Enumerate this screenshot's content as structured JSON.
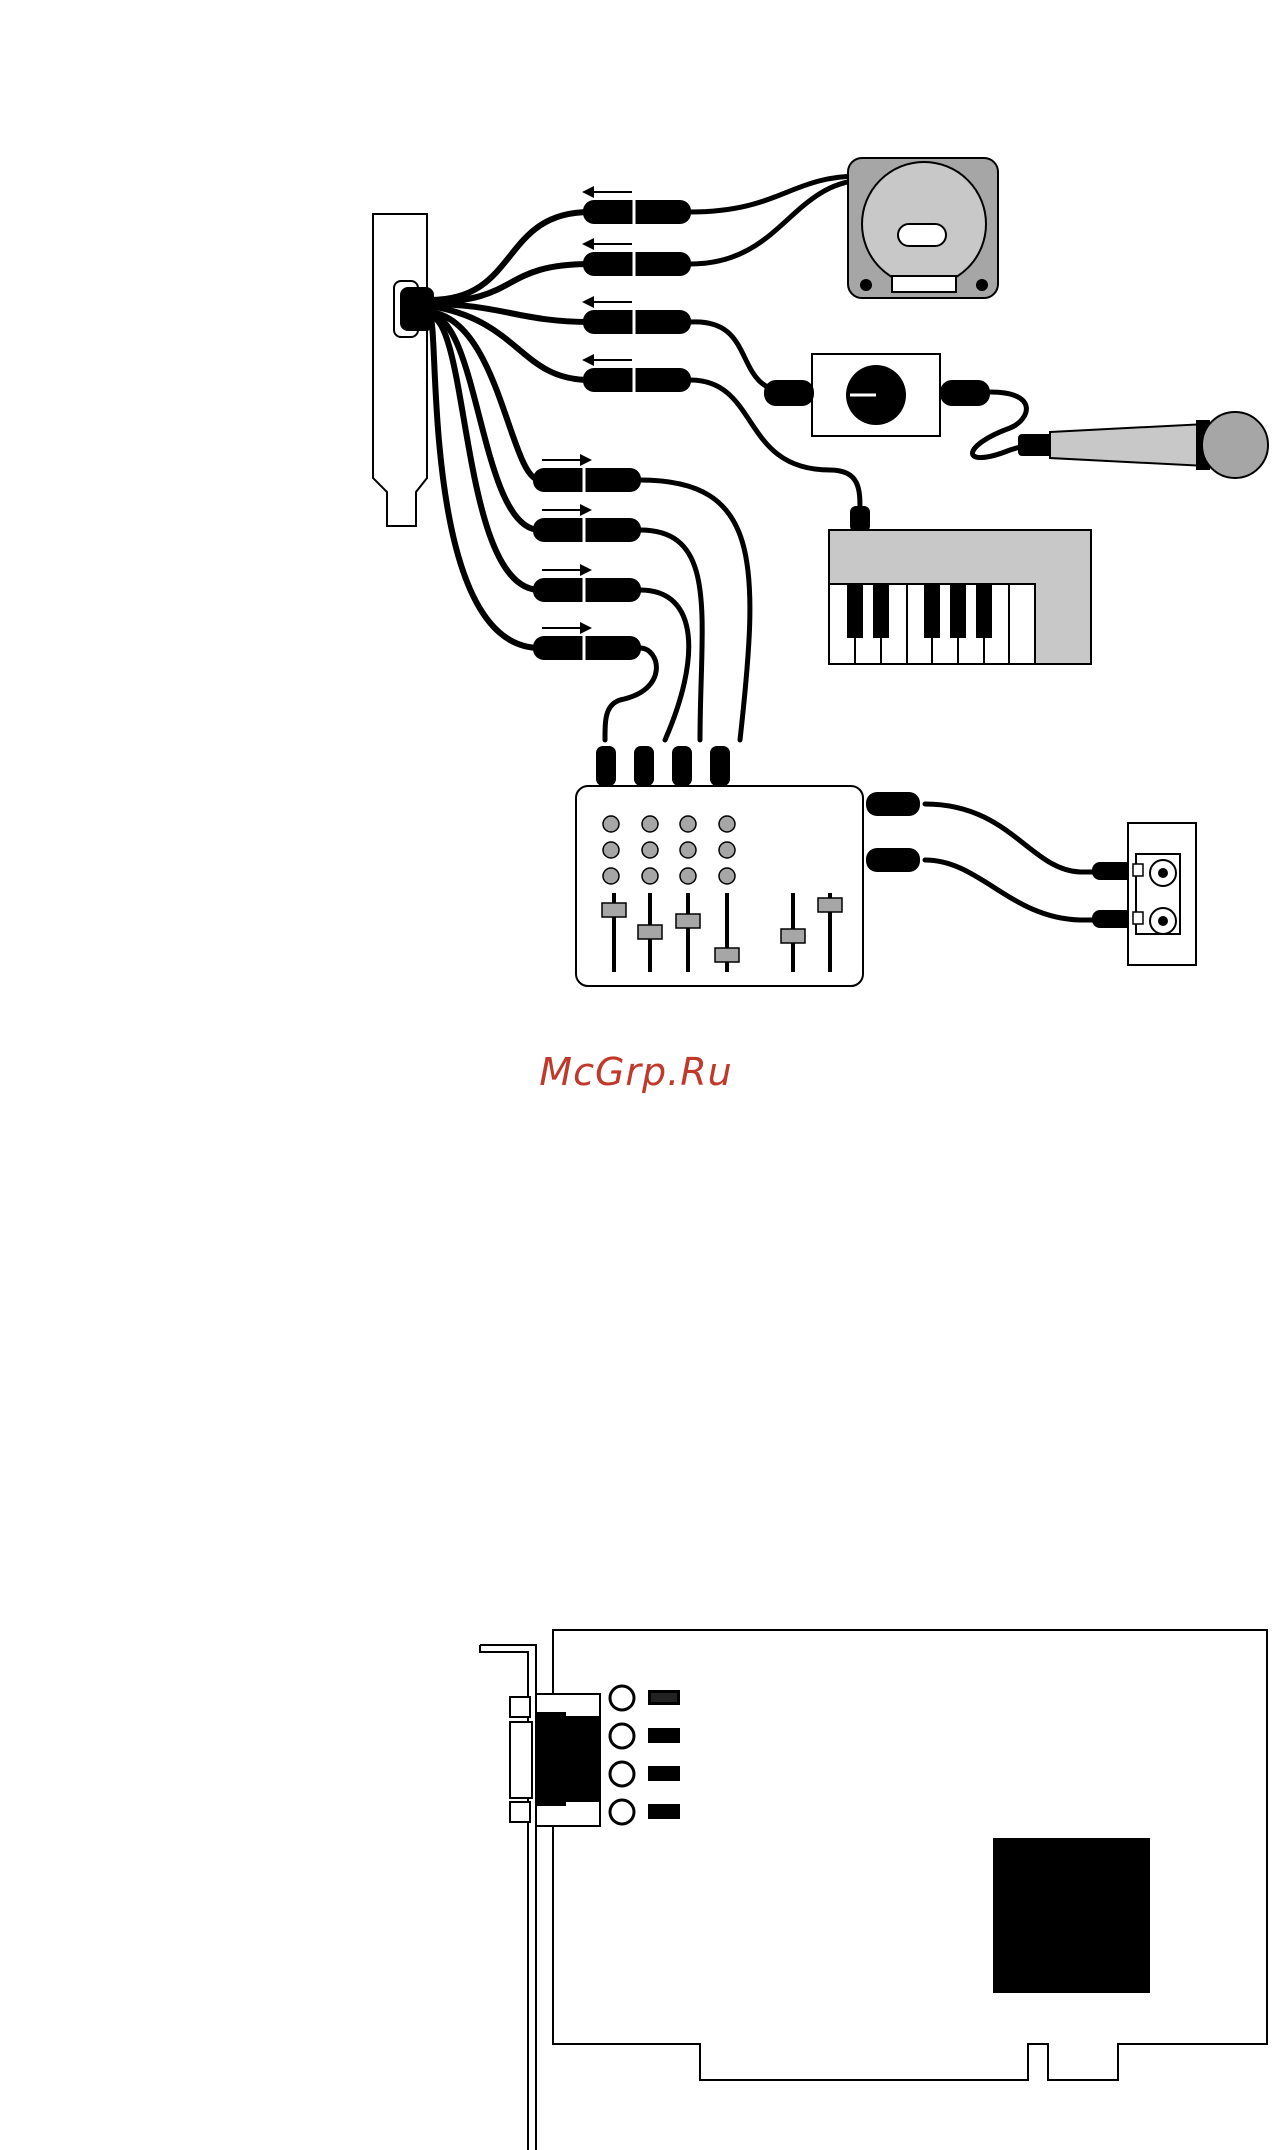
{
  "watermark": {
    "text": "McGrp.Ru",
    "color": "#c0392b"
  },
  "colors": {
    "ink": "#000000",
    "paper": "#ffffff",
    "gray": "#a6a6a6",
    "light_gray": "#c8c8c8"
  },
  "diagram": {
    "upper_figure": {
      "components": [
        "pci-bracket",
        "cd-drive-icon",
        "volume-pot-icon",
        "microphone-icon",
        "midi-keyboard-icon",
        "mixer-icon",
        "speaker-jack-icon"
      ],
      "input_plug_count": 4,
      "output_plug_count": 4,
      "mixer_knob_rows": 3,
      "mixer_channel_faders": 4,
      "mixer_master_faders": 2
    },
    "lower_figure": {
      "components": [
        "pci-card",
        "card-bracket",
        "db-connector",
        "audio-jacks",
        "chip-icon"
      ],
      "jack_count": 4
    }
  }
}
